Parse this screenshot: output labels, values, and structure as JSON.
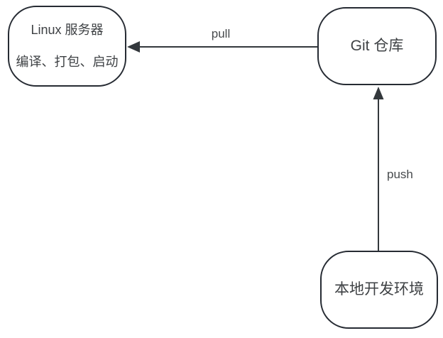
{
  "colors": {
    "background": "#ffffff",
    "node_border": "#262b33",
    "node_text": "#3e4144",
    "edge_line": "#33383c",
    "edge_label_text": "#474a4d"
  },
  "nodes": {
    "linux_server": {
      "line1": "Linux 服务器",
      "line2": "编译、打包、启动"
    },
    "git_repo": {
      "label": "Git 仓库"
    },
    "local_dev": {
      "label": "本地开发环境"
    }
  },
  "edges": {
    "pull": {
      "label": "pull",
      "from": "git_repo",
      "to": "linux_server",
      "direction": "left"
    },
    "push": {
      "label": "push",
      "from": "local_dev",
      "to": "git_repo",
      "direction": "up"
    }
  }
}
